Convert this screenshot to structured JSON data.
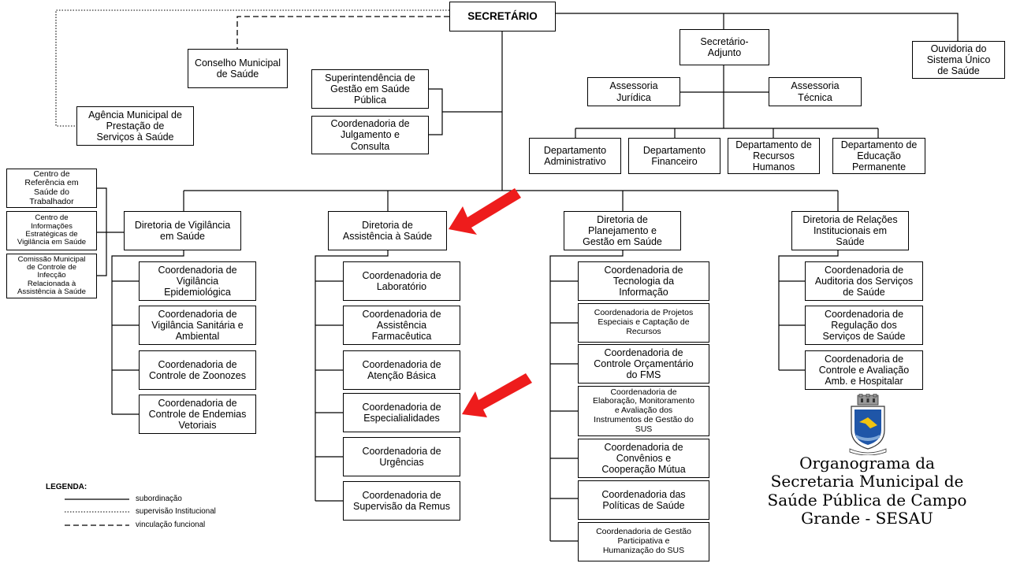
{
  "colors": {
    "arrow": "#ee1c1c",
    "line": "#000000",
    "emblem_blue": "#1f56a8",
    "emblem_yellow": "#f2c30f"
  },
  "top": {
    "secretario": "SECRETÁRIO",
    "conselho": "Conselho Municipal\nde Saúde",
    "agencia": "Agência Municipal de\nPrestação de\nServiços à Saúde",
    "superintendencia": "Superintendência de\nGestão em Saúde\nPública",
    "coord_julgamento": "Coordenadoria de\nJulgamento e\nConsulta",
    "secretario_adjunto": "Secretário-\nAdjunto",
    "ouvidoria": "Ouvidoria do\nSistema Único\nde Saúde",
    "assessoria_juridica": "Assessoria\nJurídica",
    "assessoria_tecnica": "Assessoria\nTécnica"
  },
  "departments": [
    "Departamento\nAdministrativo",
    "Departamento\nFinanceiro",
    "Departamento de\nRecursos\nHumanos",
    "Departamento de\nEducação\nPermanente"
  ],
  "side_centers": [
    "Centro de\nReferência em\nSaúde do\nTrabalhador",
    "Centro de\nInformações\nEstratégicas de\nVigilância em Saúde",
    "Comissão Municipal\nde Controle de\nInfecção\nRelacionada à\nAssistência à Saúde"
  ],
  "directorates": [
    {
      "title": "Diretoria de Vigilância\nem Saúde",
      "coords": [
        "Coordenadoria de\nVigilância\nEpidemiológica",
        "Coordenadoria de\nVigilância Sanitária e\nAmbiental",
        "Coordenadoria de\nControle de Zoonozes",
        "Coordenadoria de\nControle de Endemias\nVetoriais"
      ]
    },
    {
      "title": "Diretoria de\nAssistência à Saúde",
      "coords": [
        "Coordenadoria de\nLaboratório",
        "Coordenadoria de\nAssistência\nFarmacêutica",
        "Coordenadoria de\nAtenção Básica",
        "Coordenadoria de\nEspecialialidades",
        "Coordenadoria de\nUrgências",
        "Coordenadoria de\nSupervisão da Remus"
      ]
    },
    {
      "title": "Diretoria de\nPlanejamento e\nGestão em Saúde",
      "coords": [
        "Coordenadoria de\nTecnologia da\nInformação",
        "Coordenadoria de Projetos\nEspeciais e Captação de\nRecursos",
        "Coordenadoria de\nControle Orçamentário\ndo FMS",
        "Coordenadoria de\nElaboração, Monitoramento\ne Avaliação dos\nInstrumentos de Gestão do\nSUS",
        "Coordenadoria de\nConvênios e\nCooperação Mútua",
        "Coordenadoria das\nPolíticas de Saúde",
        "Coordenadoria de Gestão\nParticipativa e\nHumanização do SUS"
      ]
    },
    {
      "title": "Diretoria de Relações\nInstitucionais em\nSaúde",
      "coords": [
        "Coordenadoria de\nAuditoria dos Serviços\nde Saúde",
        "Coordenadoria de\nRegulação dos\nServiços de Saúde",
        "Coordenadoria de\nControle e Avaliação\nAmb. e Hospitalar"
      ]
    }
  ],
  "legend": {
    "title": "LEGENDA:",
    "items": [
      "subordinação",
      "supervisão Institucional",
      "vinculação funcional"
    ]
  },
  "caption": "Organograma da\nSecretaria Municipal de\nSaúde Pública de Campo\nGrande - SESAU",
  "emblem_icon": "city-coat-of-arms-icon",
  "arrow_icon": "red-arrow-icon"
}
